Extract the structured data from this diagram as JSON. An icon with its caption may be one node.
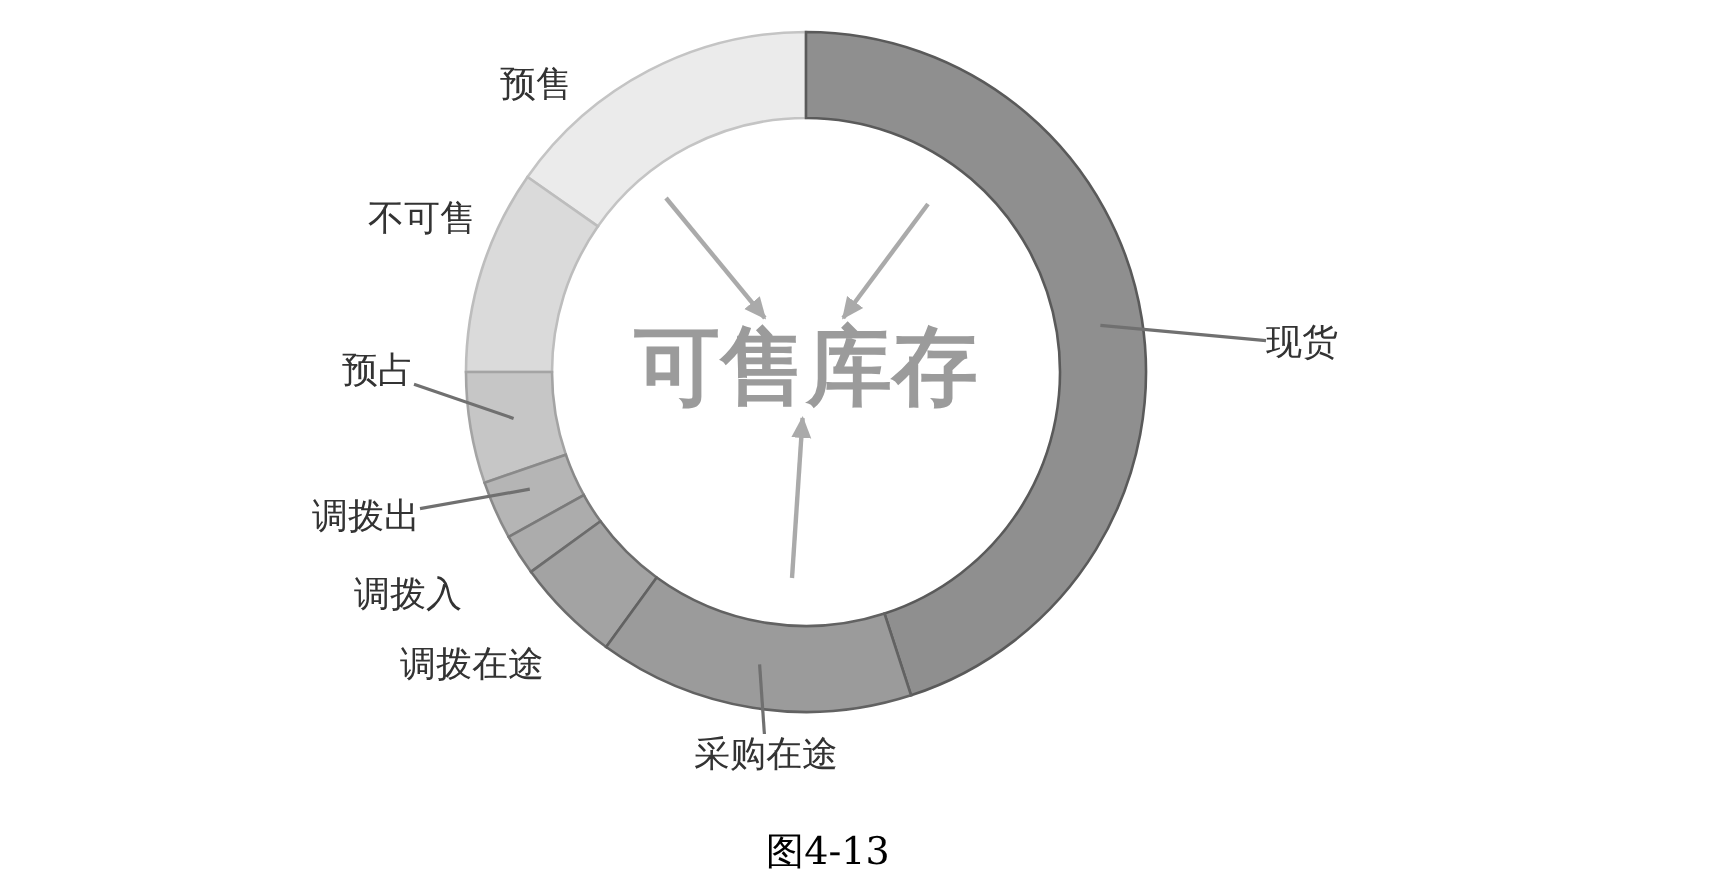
{
  "diagram": {
    "caption": "图4-13",
    "nodes": [
      {
        "text": [],
        "shape": "arc",
        "beside": [
          "预售"
        ]
      },
      {
        "text": [],
        "shape": "arc",
        "beside": [
          "不可售"
        ]
      },
      {
        "text": [
          "现货"
        ]
      },
      {
        "text": [],
        "shape": "arc"
      },
      {
        "text": [
          "可售库存"
        ]
      },
      {
        "text": [
          "预占"
        ]
      },
      {
        "text": [],
        "shape": "arc"
      },
      {
        "text": [
          "调拨出"
        ]
      },
      {
        "text": [],
        "shape": "arc"
      },
      {
        "text": [],
        "shape": "arc",
        "beside": [
          "调拨入"
        ]
      },
      {
        "text": [],
        "shape": "arc",
        "beside": [
          "调拨在途"
        ]
      },
      {
        "text": [
          "采购在途"
        ]
      },
      {
        "text": [],
        "shape": "arc"
      }
    ],
    "edges": [
      {
        "from": null,
        "to": 4,
        "arrow": "to",
        "color": "#aaaaaa"
      },
      {
        "from": null,
        "to": 4,
        "arrow": "to",
        "color": "#aaaaaa"
      },
      {
        "from": 2,
        "to": 3,
        "arrow": "none"
      },
      {
        "from": 5,
        "to": 6,
        "arrow": "none"
      },
      {
        "from": 7,
        "to": 8,
        "arrow": "none"
      },
      {
        "from": null,
        "to": 4,
        "arrow": "to",
        "color": "#aaaaaa"
      },
      {
        "from": 11,
        "to": 12,
        "arrow": "none"
      }
    ]
  }
}
